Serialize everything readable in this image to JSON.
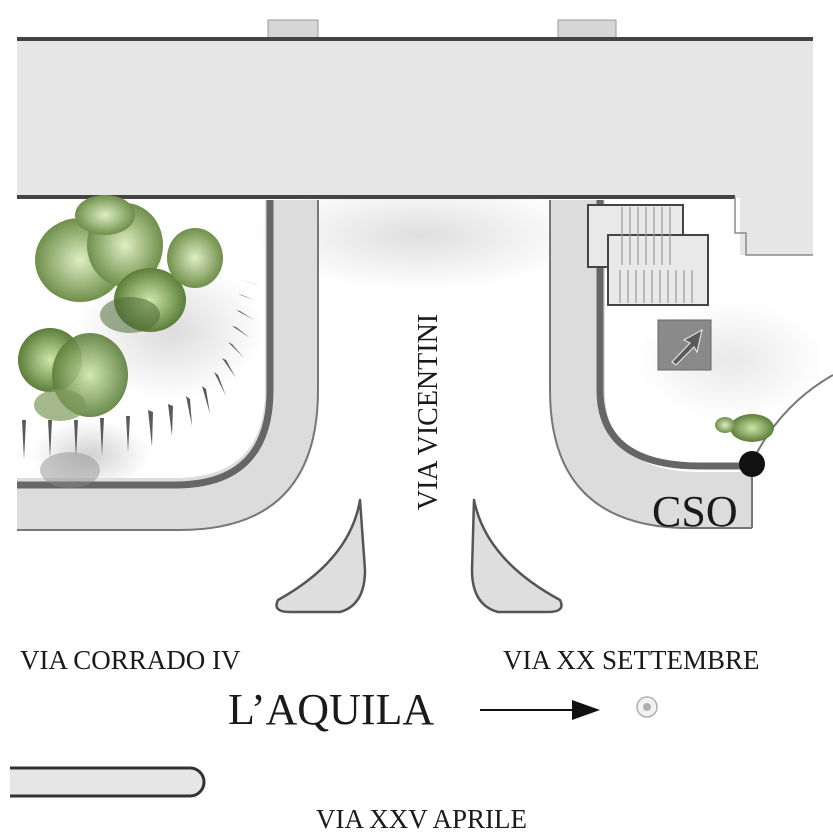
{
  "labels": {
    "street_vicentini": "VIA VICENTINI",
    "street_corrado": "VIA CORRADO IV",
    "street_settembre": "VIA XX SETTEMBRE",
    "street_aprile": "VIA XXV APRILE",
    "city_direction": "L’AQUILA",
    "cso": "CSO"
  },
  "icons": {
    "direction_arrow": "arrow-right-icon",
    "target_marker": "circle-target-icon",
    "location_dot": "black-dot-icon",
    "turn_sign": "turn-arrow-sign-icon",
    "trees": "tree-icon",
    "stairs": "stairs-icon"
  },
  "colors": {
    "building": "#e6e6e6",
    "sidewalk": "#dcdcdc",
    "curb": "#666666",
    "outline": "#444444",
    "tree_light": "#c9e0a4",
    "tree_dark": "#4f6b38",
    "background": "#ffffff"
  }
}
